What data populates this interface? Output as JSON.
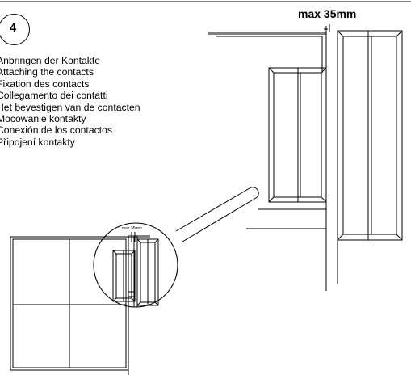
{
  "step": {
    "number": "4"
  },
  "instructions": [
    "Anbringen der Kontakte",
    "Attaching the contacts",
    "Fixation des contacts",
    "Collegamento dei contatti",
    "Het bevestigen van de contacten",
    "Mocowanie kontakty",
    "Conexión de los contactos",
    "Připojení kontakty"
  ],
  "labels": {
    "max_gap_large": "max 35mm",
    "max_gap_small": "max 35mm"
  },
  "colors": {
    "line": "#000000",
    "background": "#ffffff"
  }
}
